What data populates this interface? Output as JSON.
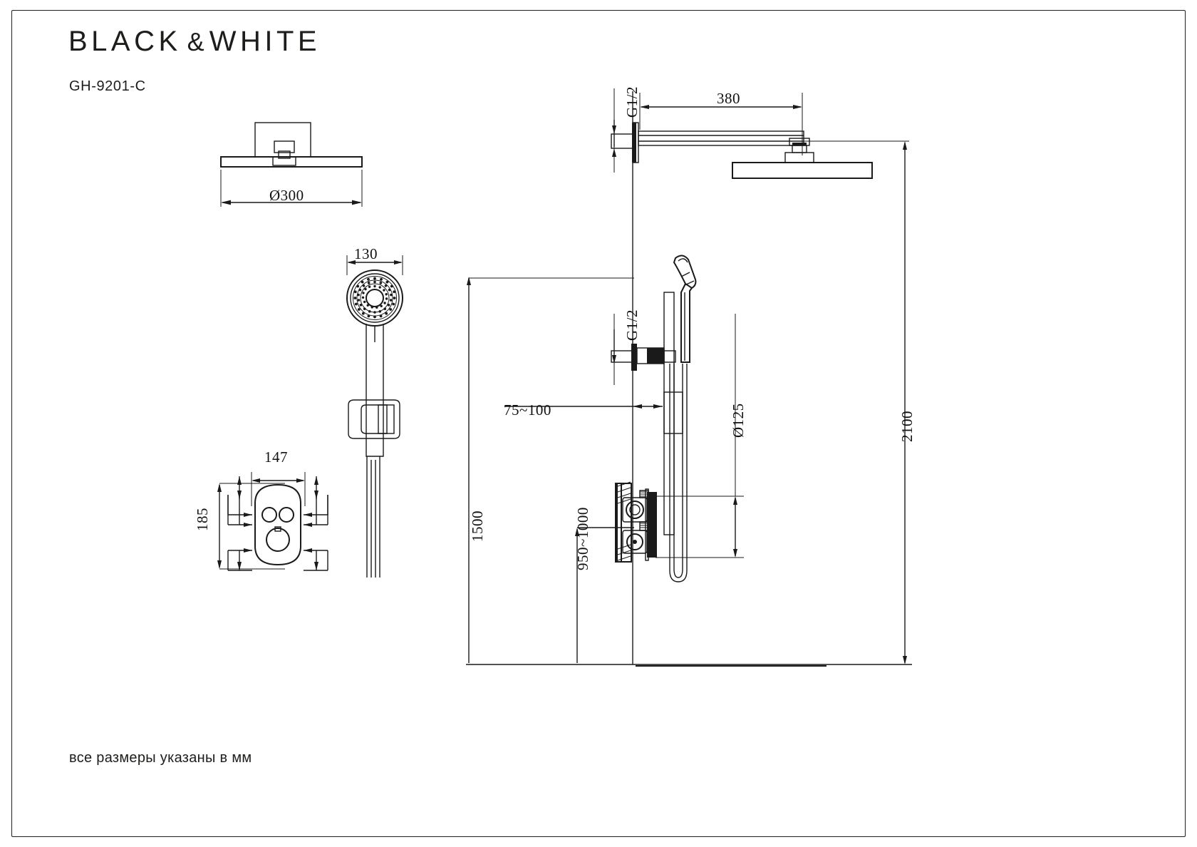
{
  "document": {
    "brand_primary": "BLACK",
    "brand_amp": "&",
    "brand_secondary": "WHITE",
    "model_code": "GH-9201-C",
    "footnote": "все размеры указаны в мм",
    "line_color": "#1a1a1a",
    "background": "#ffffff"
  },
  "views": {
    "overhead_shower": {
      "name": "Overhead rain shower head (side view)",
      "dimension_diameter": "Ø300"
    },
    "hand_shower": {
      "name": "Hand shower with wall holder and hose",
      "dimension_width": "130"
    },
    "mixer_faceplate": {
      "name": "Concealed mixer face plate (front view)",
      "dimension_width": "147",
      "dimension_height": "185"
    },
    "assembly": {
      "name": "Installation assembly (side view)",
      "dimensions": {
        "arm_thread": "G1/2",
        "arm_length": "380",
        "hand_shower_thread": "G1/2",
        "wall_offset": "75~100",
        "hose_holder_diameter": "Ø125",
        "mixer_height": "950~1000",
        "hand_shower_height": "1500",
        "overall_height": "2100"
      }
    }
  }
}
